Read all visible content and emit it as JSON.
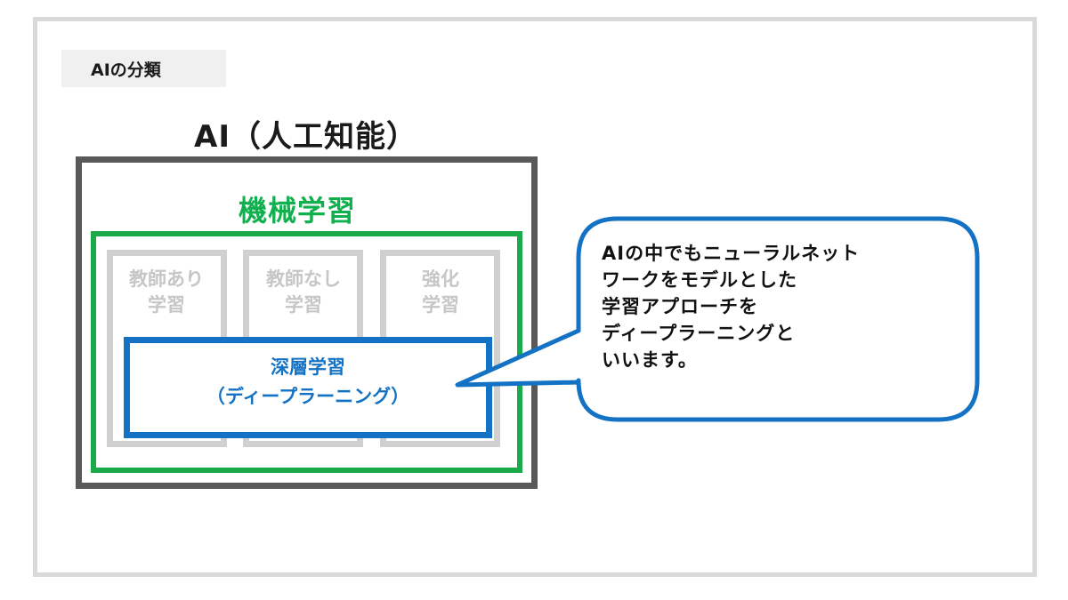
{
  "tag_label": "AIの分類",
  "ai": {
    "title": "AI（人工知能）"
  },
  "machine_learning": {
    "title": "機械学習",
    "subtypes": [
      {
        "line1": "教師あり",
        "line2": "学習"
      },
      {
        "line1": "教師なし",
        "line2": "学習"
      },
      {
        "line1": "強化",
        "line2": "学習"
      }
    ]
  },
  "deep_learning": {
    "line1": "深層学習",
    "line2": "（ディープラーニング）"
  },
  "callout": {
    "lines": [
      "AIの中でもニューラルネット",
      "ワークをモデルとした",
      "学習アプローチを",
      "ディープラーニングと",
      "いいます。"
    ]
  },
  "colors": {
    "ai_border": "#595959",
    "ml": "#1aaa4c",
    "dl": "#1472c4",
    "subtype_gray": "#c6c6c6"
  }
}
